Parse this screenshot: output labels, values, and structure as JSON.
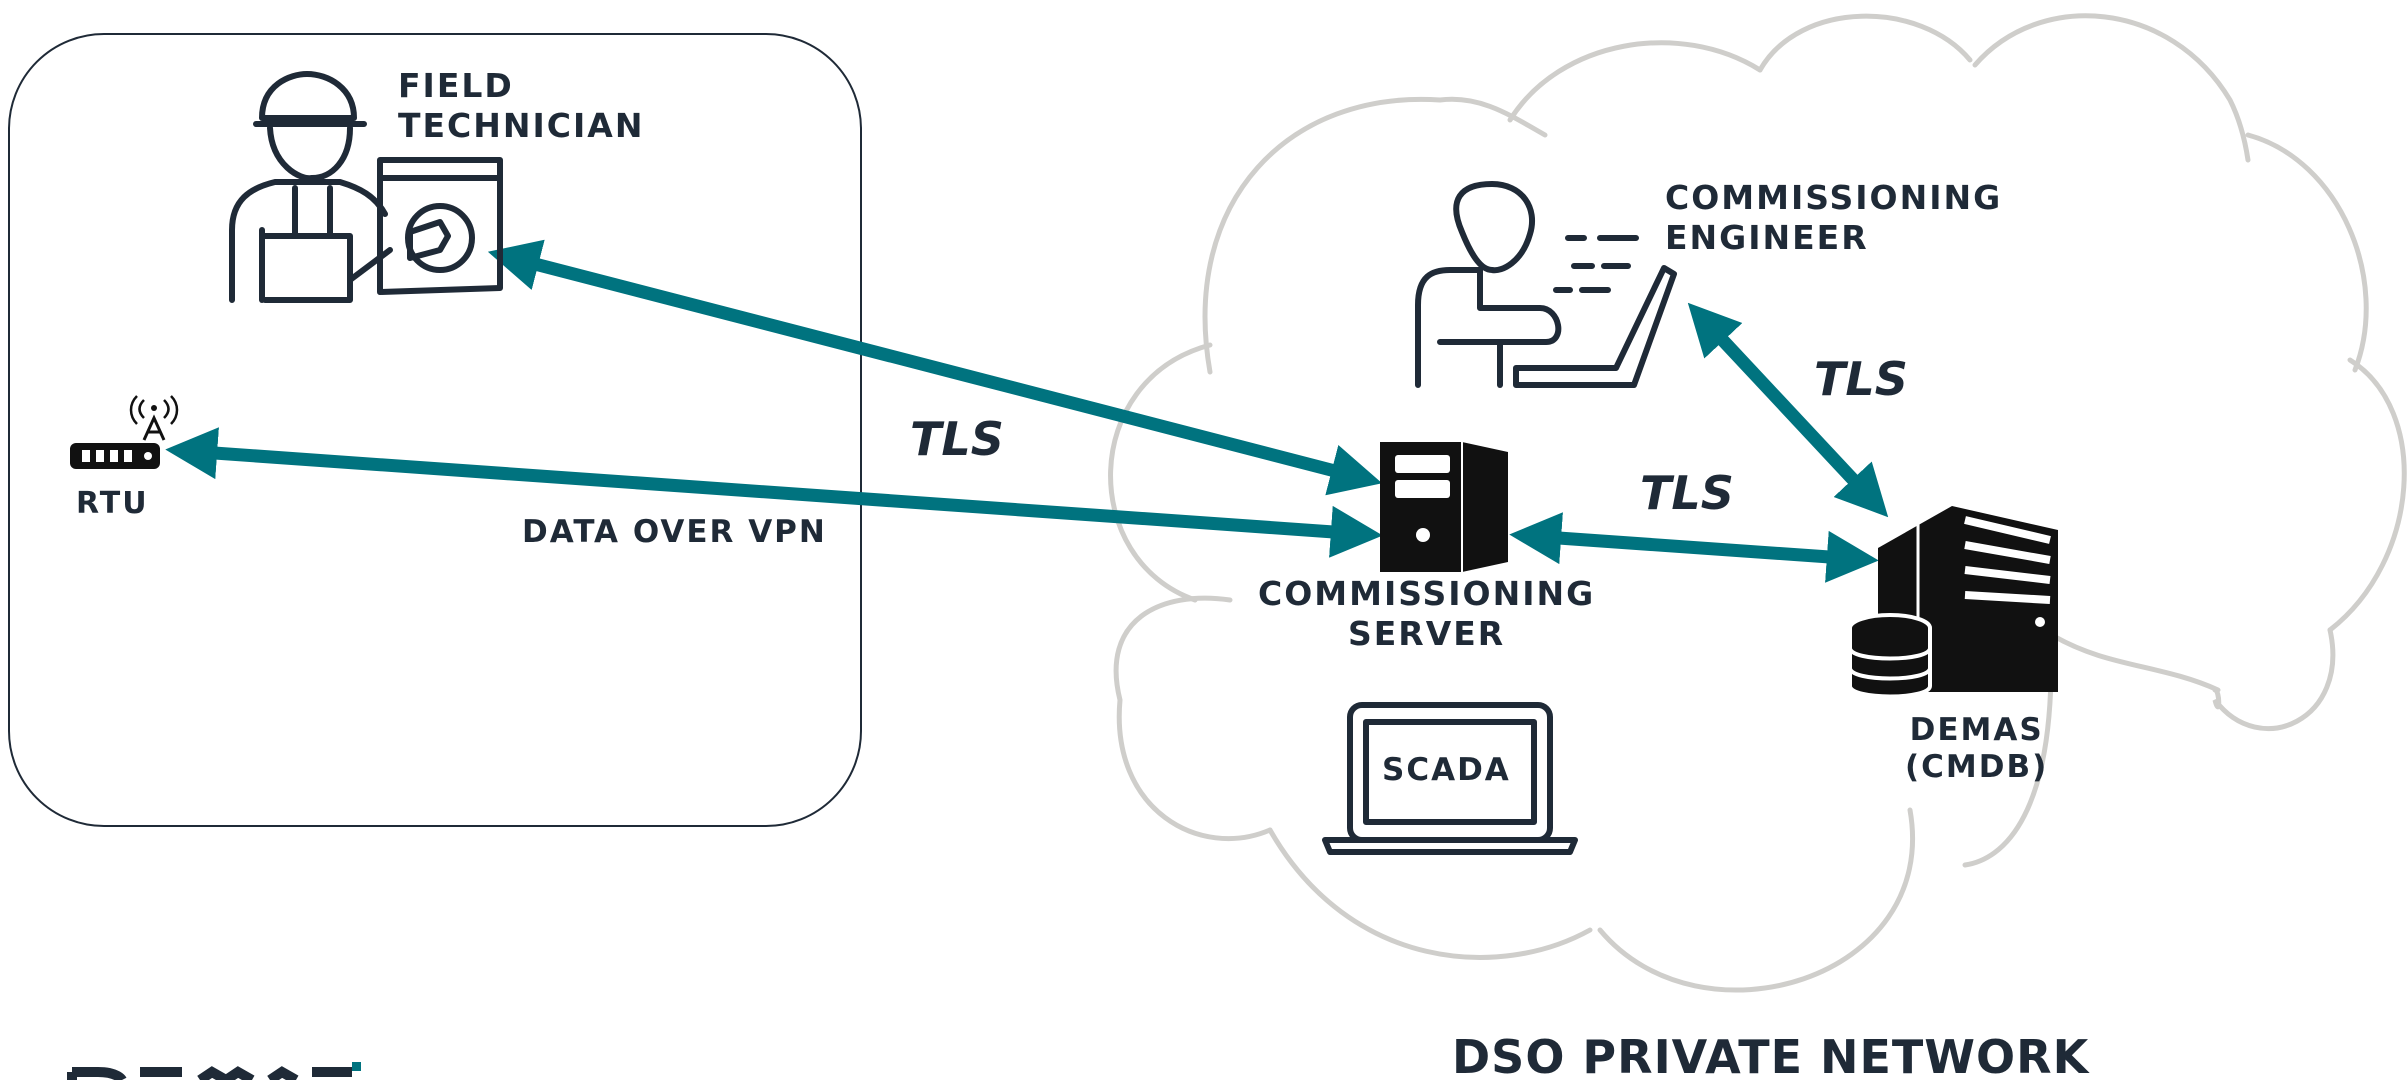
{
  "field_site": {
    "technician_label": [
      "FIELD",
      "TECHNICIAN"
    ],
    "rtu_label": "RTU",
    "vpn_label": "DATA OVER VPN"
  },
  "private_network": {
    "title": "DSO PRIVATE NETWORK",
    "engineer_label": [
      "COMMISSIONING",
      "ENGINEER"
    ],
    "server_label": [
      "COMMISSIONING",
      "SERVER"
    ],
    "scada_label": "SCADA",
    "demas_label": [
      "DEMAS",
      "(CMDB)"
    ]
  },
  "links": {
    "tls_field": "TLS",
    "tls_server_demas": "TLS",
    "tls_engineer_demas": "TLS"
  },
  "colors": {
    "arrow": "#00737f",
    "cloud": "#cfcecb",
    "text": "#1f2a37",
    "box": "#1f2a37"
  }
}
